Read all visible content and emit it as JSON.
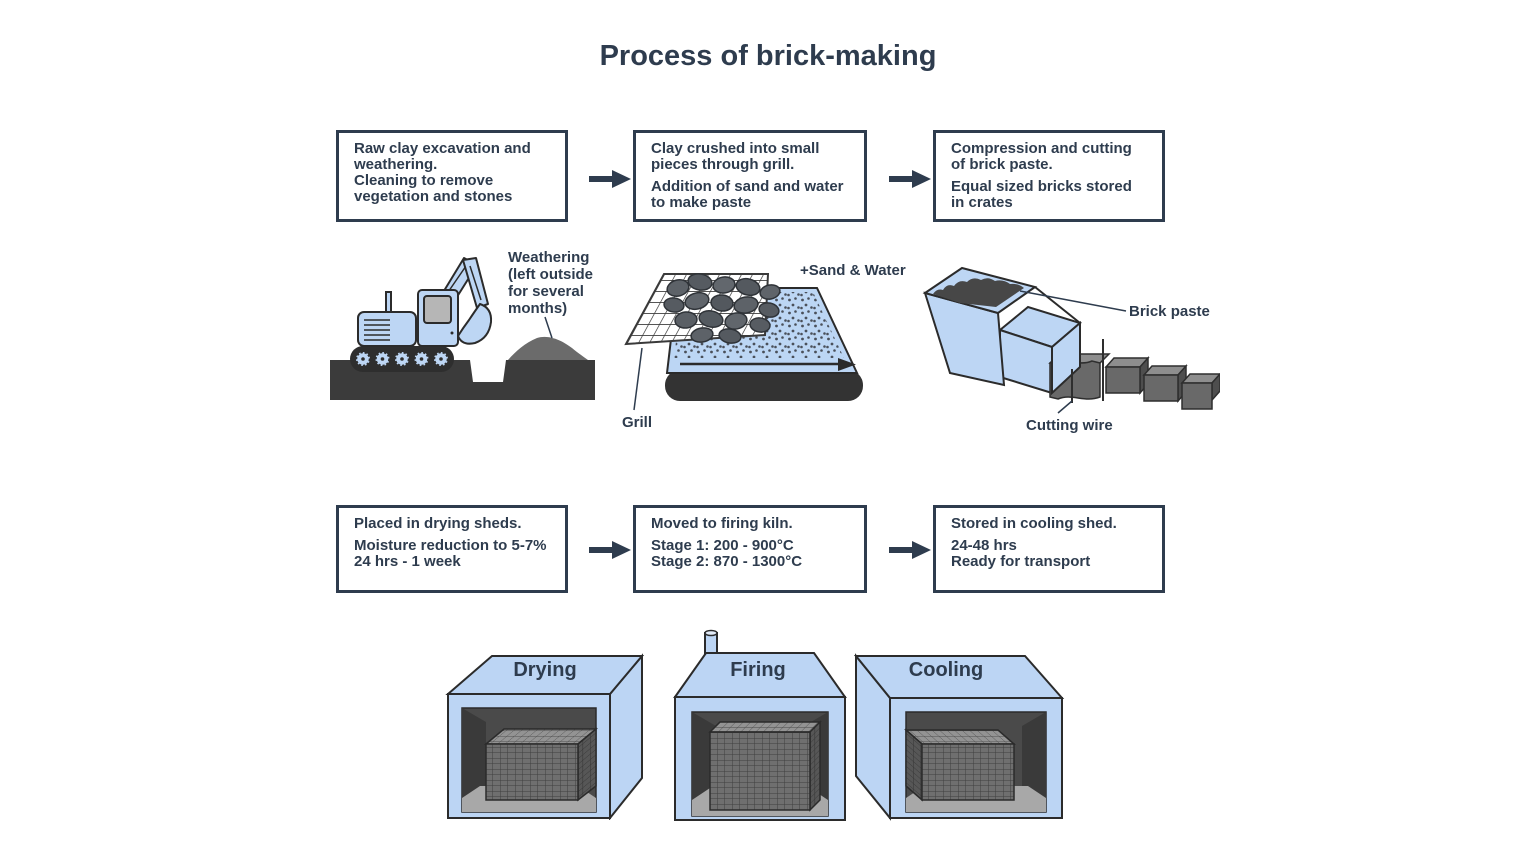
{
  "title": "Process of brick-making",
  "row1": {
    "boxes": [
      {
        "paragraphs": [
          "Raw clay excavation and weathering.",
          "Cleaning to remove vegetation and stones"
        ]
      },
      {
        "paragraphs": [
          "Clay crushed into small pieces through grill.",
          "Addition of sand and water to make paste"
        ]
      },
      {
        "paragraphs": [
          "Compression and cutting of brick paste.",
          "Equal sized  bricks stored in crates"
        ]
      }
    ]
  },
  "row2": {
    "boxes": [
      {
        "paragraphs": [
          "Placed in drying sheds.",
          "Moisture reduction to 5-7%\n24 hrs - 1 week"
        ]
      },
      {
        "paragraphs": [
          "Moved to firing kiln.",
          "Stage 1: 200 - 900°C\nStage 2: 870 - 1300°C"
        ]
      },
      {
        "paragraphs": [
          "Stored in cooling shed.",
          "24-48 hrs\nReady for transport"
        ]
      }
    ]
  },
  "illustrations": {
    "weathering_label": "Weathering\n(left outside\nfor several\nmonths)",
    "sand_water_label": "+Sand & Water",
    "grill_label": "Grill",
    "brick_paste_label": "Brick paste",
    "cutting_wire_label": "Cutting wire"
  },
  "sheds": {
    "drying_label": "Drying",
    "firing_label": "Firing",
    "cooling_label": "Cooling"
  },
  "colors": {
    "text_dark": "#2e3c4e",
    "machine_blue": "#bdd6f4",
    "ground_dark": "#3b3b3b",
    "brick_gray": "#6f6f6f"
  }
}
